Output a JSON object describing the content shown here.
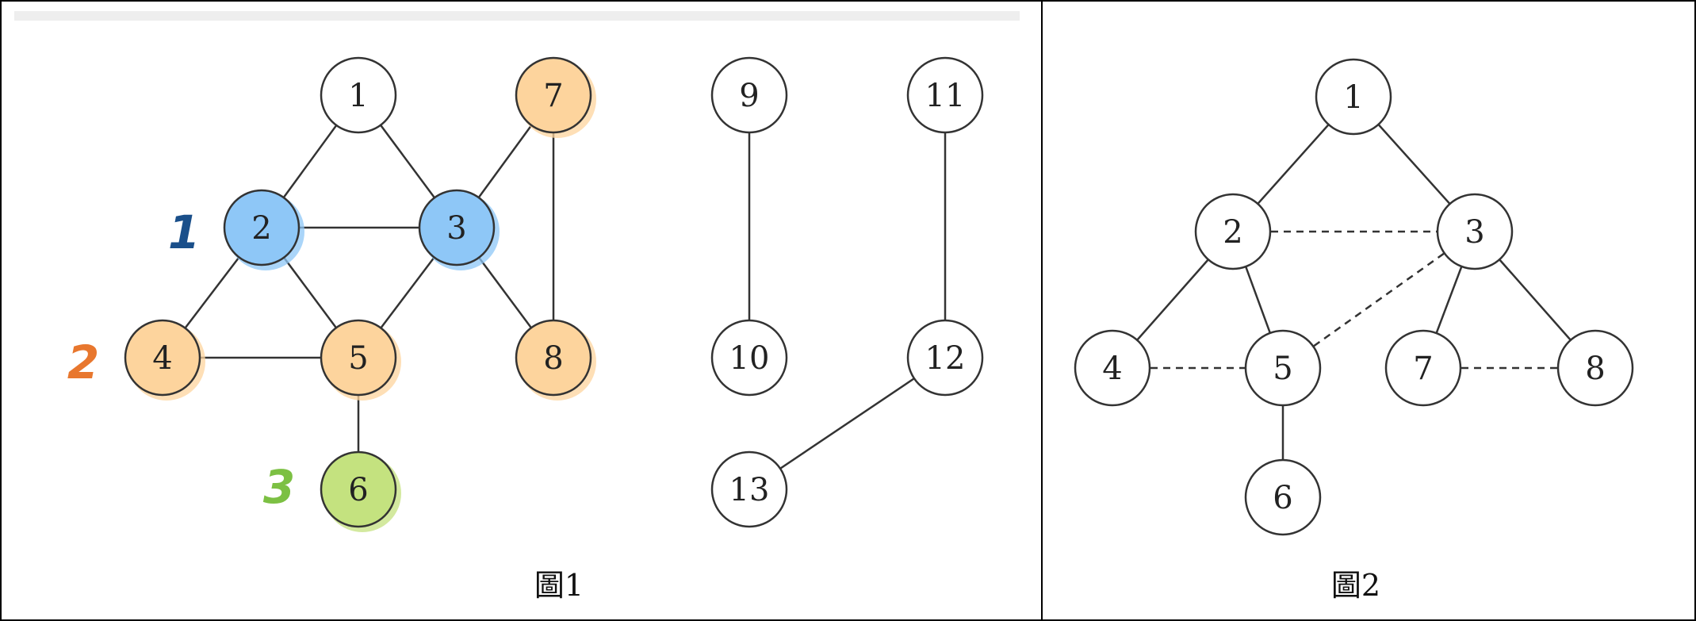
{
  "figure1": {
    "caption": "圖1",
    "level_marks": [
      {
        "text": "1",
        "color": "#1a4f8a"
      },
      {
        "text": "2",
        "color": "#e8772e"
      },
      {
        "text": "3",
        "color": "#7cc043"
      }
    ],
    "nodes": [
      {
        "id": "1",
        "fill": "#ffffff"
      },
      {
        "id": "2",
        "fill": "#8ec7f7"
      },
      {
        "id": "3",
        "fill": "#8ec7f7"
      },
      {
        "id": "4",
        "fill": "#fdd49d"
      },
      {
        "id": "5",
        "fill": "#fdd49d"
      },
      {
        "id": "6",
        "fill": "#c4e27f"
      },
      {
        "id": "7",
        "fill": "#fdd49d"
      },
      {
        "id": "8",
        "fill": "#fdd49d"
      },
      {
        "id": "9",
        "fill": "#ffffff"
      },
      {
        "id": "10",
        "fill": "#ffffff"
      },
      {
        "id": "11",
        "fill": "#ffffff"
      },
      {
        "id": "12",
        "fill": "#ffffff"
      },
      {
        "id": "13",
        "fill": "#ffffff"
      }
    ],
    "edges": [
      [
        "1",
        "2"
      ],
      [
        "1",
        "3"
      ],
      [
        "2",
        "3"
      ],
      [
        "2",
        "4"
      ],
      [
        "2",
        "5"
      ],
      [
        "3",
        "5"
      ],
      [
        "3",
        "7"
      ],
      [
        "3",
        "8"
      ],
      [
        "7",
        "8"
      ],
      [
        "4",
        "5"
      ],
      [
        "5",
        "6"
      ],
      [
        "9",
        "10"
      ],
      [
        "11",
        "12"
      ],
      [
        "12",
        "13"
      ]
    ]
  },
  "figure2": {
    "caption": "圖2",
    "nodes": [
      "1",
      "2",
      "3",
      "4",
      "5",
      "6",
      "7",
      "8"
    ],
    "tree_edges": [
      [
        "1",
        "2"
      ],
      [
        "1",
        "3"
      ],
      [
        "2",
        "4"
      ],
      [
        "2",
        "5"
      ],
      [
        "3",
        "7"
      ],
      [
        "3",
        "8"
      ],
      [
        "5",
        "6"
      ]
    ],
    "non_tree_edges": [
      [
        "2",
        "3"
      ],
      [
        "3",
        "5"
      ],
      [
        "4",
        "5"
      ],
      [
        "7",
        "8"
      ]
    ]
  }
}
